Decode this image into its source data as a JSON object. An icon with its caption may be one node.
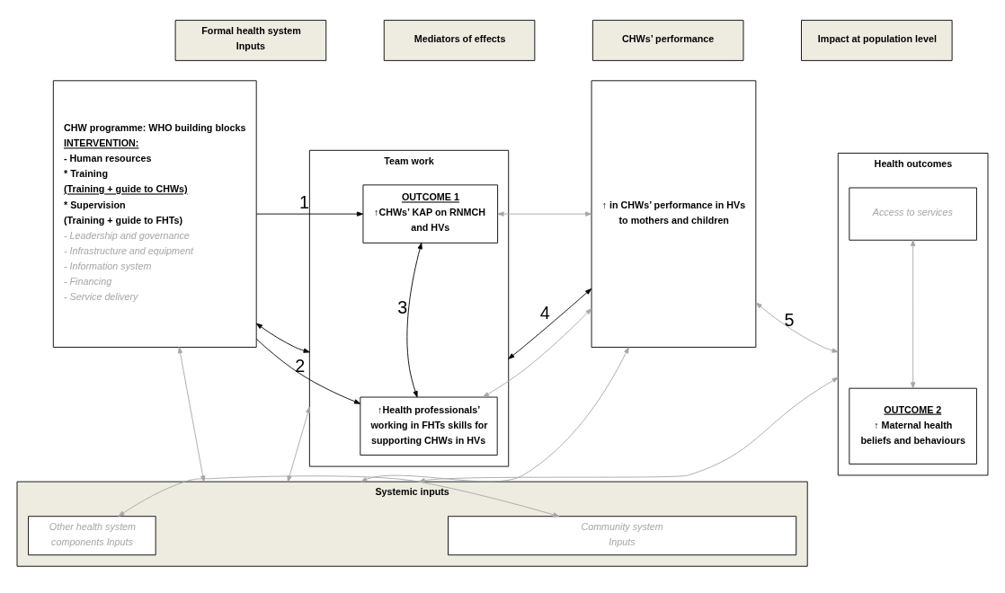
{
  "diagram": {
    "nodes": [
      {
        "text": [
          "Formal health system Inputs"
        ]
      },
      {
        "text": [
          "Mediators of effects"
        ]
      },
      {
        "text": [
          "CHWs’ performance"
        ]
      },
      {
        "text": [
          "Impact at population level"
        ]
      },
      {
        "text": [
          "CHW programme: WHO building blocks",
          "INTERVENTION:",
          "- Human resources",
          "* Training",
          "(Training + guide to CHWs)",
          "* Supervision",
          "(Training + guide to FHTs)",
          "- Leadership and governance",
          "- Infrastructure and equipment",
          "- Information system",
          "- Financing",
          "- Service delivery"
        ]
      },
      {
        "text": [
          "Team work"
        ]
      },
      {
        "text": [
          "OUTCOME 1",
          "↑CHWs’ KAP on RNMCH and HVs"
        ],
        "in": 5
      },
      {
        "text": [
          "↑Health professionals’ working in FHTs skills for supporting CHWs in HVs"
        ],
        "in": 5
      },
      {
        "text": [
          "↑ in CHWs’ performance in HVs to mothers and children"
        ]
      },
      {
        "text": [
          "Health outcomes"
        ]
      },
      {
        "text": [
          "Access to services"
        ],
        "in": 9
      },
      {
        "text": [
          "OUTCOME 2",
          "↑ Maternal health beliefs and behaviours"
        ],
        "in": 9
      },
      {
        "text": [
          "Systemic inputs"
        ]
      },
      {
        "text": [
          "Other health system components Inputs"
        ],
        "in": 12
      },
      {
        "text": [
          "Community system Inputs"
        ],
        "in": 12
      }
    ],
    "edges": [
      {
        "from": 4,
        "to": 6,
        "arrow": "to",
        "label": "1",
        "color": "#000000"
      },
      {
        "from": 4,
        "to": 5,
        "arrow": "both",
        "color": "#000000"
      },
      {
        "from": 4,
        "to": 7,
        "arrow": "to",
        "label": "2",
        "color": "#000000"
      },
      {
        "from": 6,
        "to": 7,
        "arrow": "both",
        "label": "3",
        "color": "#000000"
      },
      {
        "from": 6,
        "to": 8,
        "arrow": "both",
        "color": "#a6a6a6"
      },
      {
        "from": 5,
        "to": 8,
        "arrow": "both",
        "label": "4",
        "color": "#000000"
      },
      {
        "from": 7,
        "to": 8,
        "arrow": "both",
        "color": "#a6a6a6"
      },
      {
        "from": 8,
        "to": 9,
        "arrow": "both",
        "label": "5",
        "color": "#a6a6a6"
      },
      {
        "from": 10,
        "to": 11,
        "arrow": "both",
        "color": "#a6a6a6"
      },
      {
        "from": 4,
        "to": 12,
        "arrow": "both",
        "color": "#a6a6a6"
      },
      {
        "from": 5,
        "to": 12,
        "arrow": "both",
        "color": "#a6a6a6"
      },
      {
        "from": 8,
        "to": 12,
        "arrow": "both",
        "color": "#a6a6a6"
      },
      {
        "from": 9,
        "to": 12,
        "arrow": "both",
        "color": "#a6a6a6"
      },
      {
        "from": 13,
        "to": 14,
        "arrow": "both",
        "color": "#a6a6a6"
      }
    ]
  }
}
